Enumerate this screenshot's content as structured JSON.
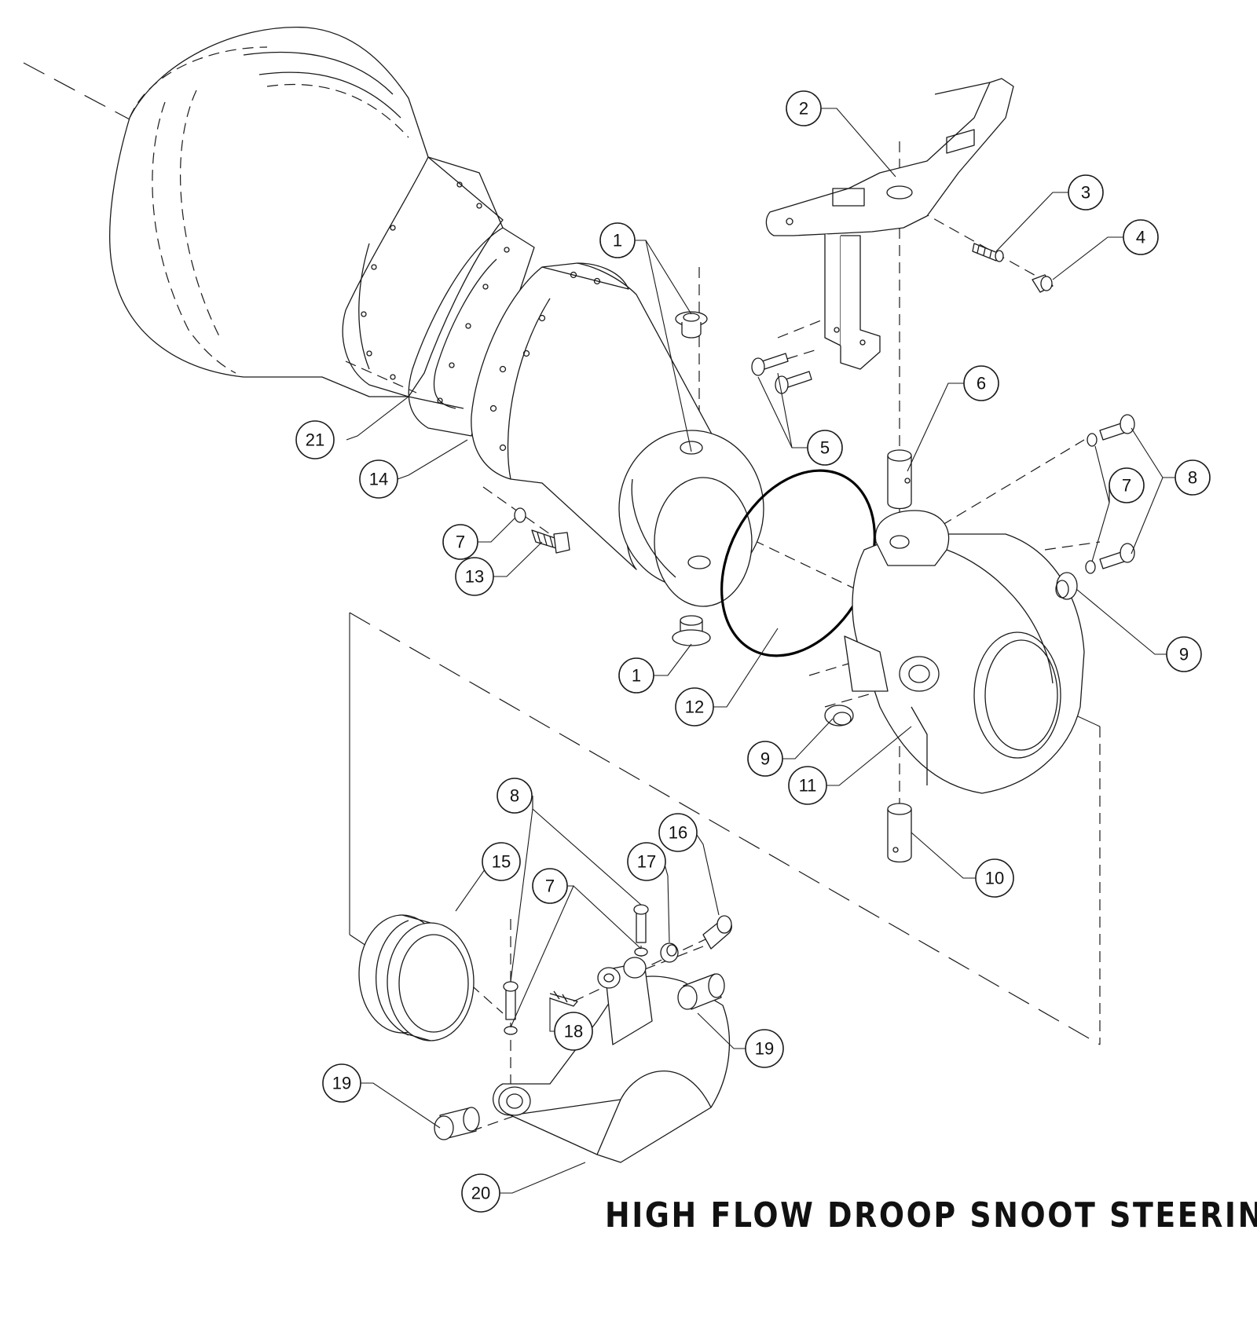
{
  "title": "HIGH FLOW DROOP SNOOT STEERING",
  "callouts": [
    {
      "id": "c2",
      "label": "2"
    },
    {
      "id": "c3",
      "label": "3"
    },
    {
      "id": "c4",
      "label": "4"
    },
    {
      "id": "c1a",
      "label": "1"
    },
    {
      "id": "c1b",
      "label": "1"
    },
    {
      "id": "c5",
      "label": "5"
    },
    {
      "id": "c6",
      "label": "6"
    },
    {
      "id": "c7a",
      "label": "7"
    },
    {
      "id": "c8a",
      "label": "8"
    },
    {
      "id": "c21",
      "label": "21"
    },
    {
      "id": "c14",
      "label": "14"
    },
    {
      "id": "c7b",
      "label": "7"
    },
    {
      "id": "c13",
      "label": "13"
    },
    {
      "id": "c9a",
      "label": "9"
    },
    {
      "id": "c12",
      "label": "12"
    },
    {
      "id": "c9b",
      "label": "9"
    },
    {
      "id": "c11",
      "label": "11"
    },
    {
      "id": "c10",
      "label": "10"
    },
    {
      "id": "c8b",
      "label": "8"
    },
    {
      "id": "c15",
      "label": "15"
    },
    {
      "id": "c7c",
      "label": "7"
    },
    {
      "id": "c17",
      "label": "17"
    },
    {
      "id": "c16",
      "label": "16"
    },
    {
      "id": "c18",
      "label": "18"
    },
    {
      "id": "c19a",
      "label": "19"
    },
    {
      "id": "c19b",
      "label": "19"
    },
    {
      "id": "c20",
      "label": "20"
    }
  ]
}
